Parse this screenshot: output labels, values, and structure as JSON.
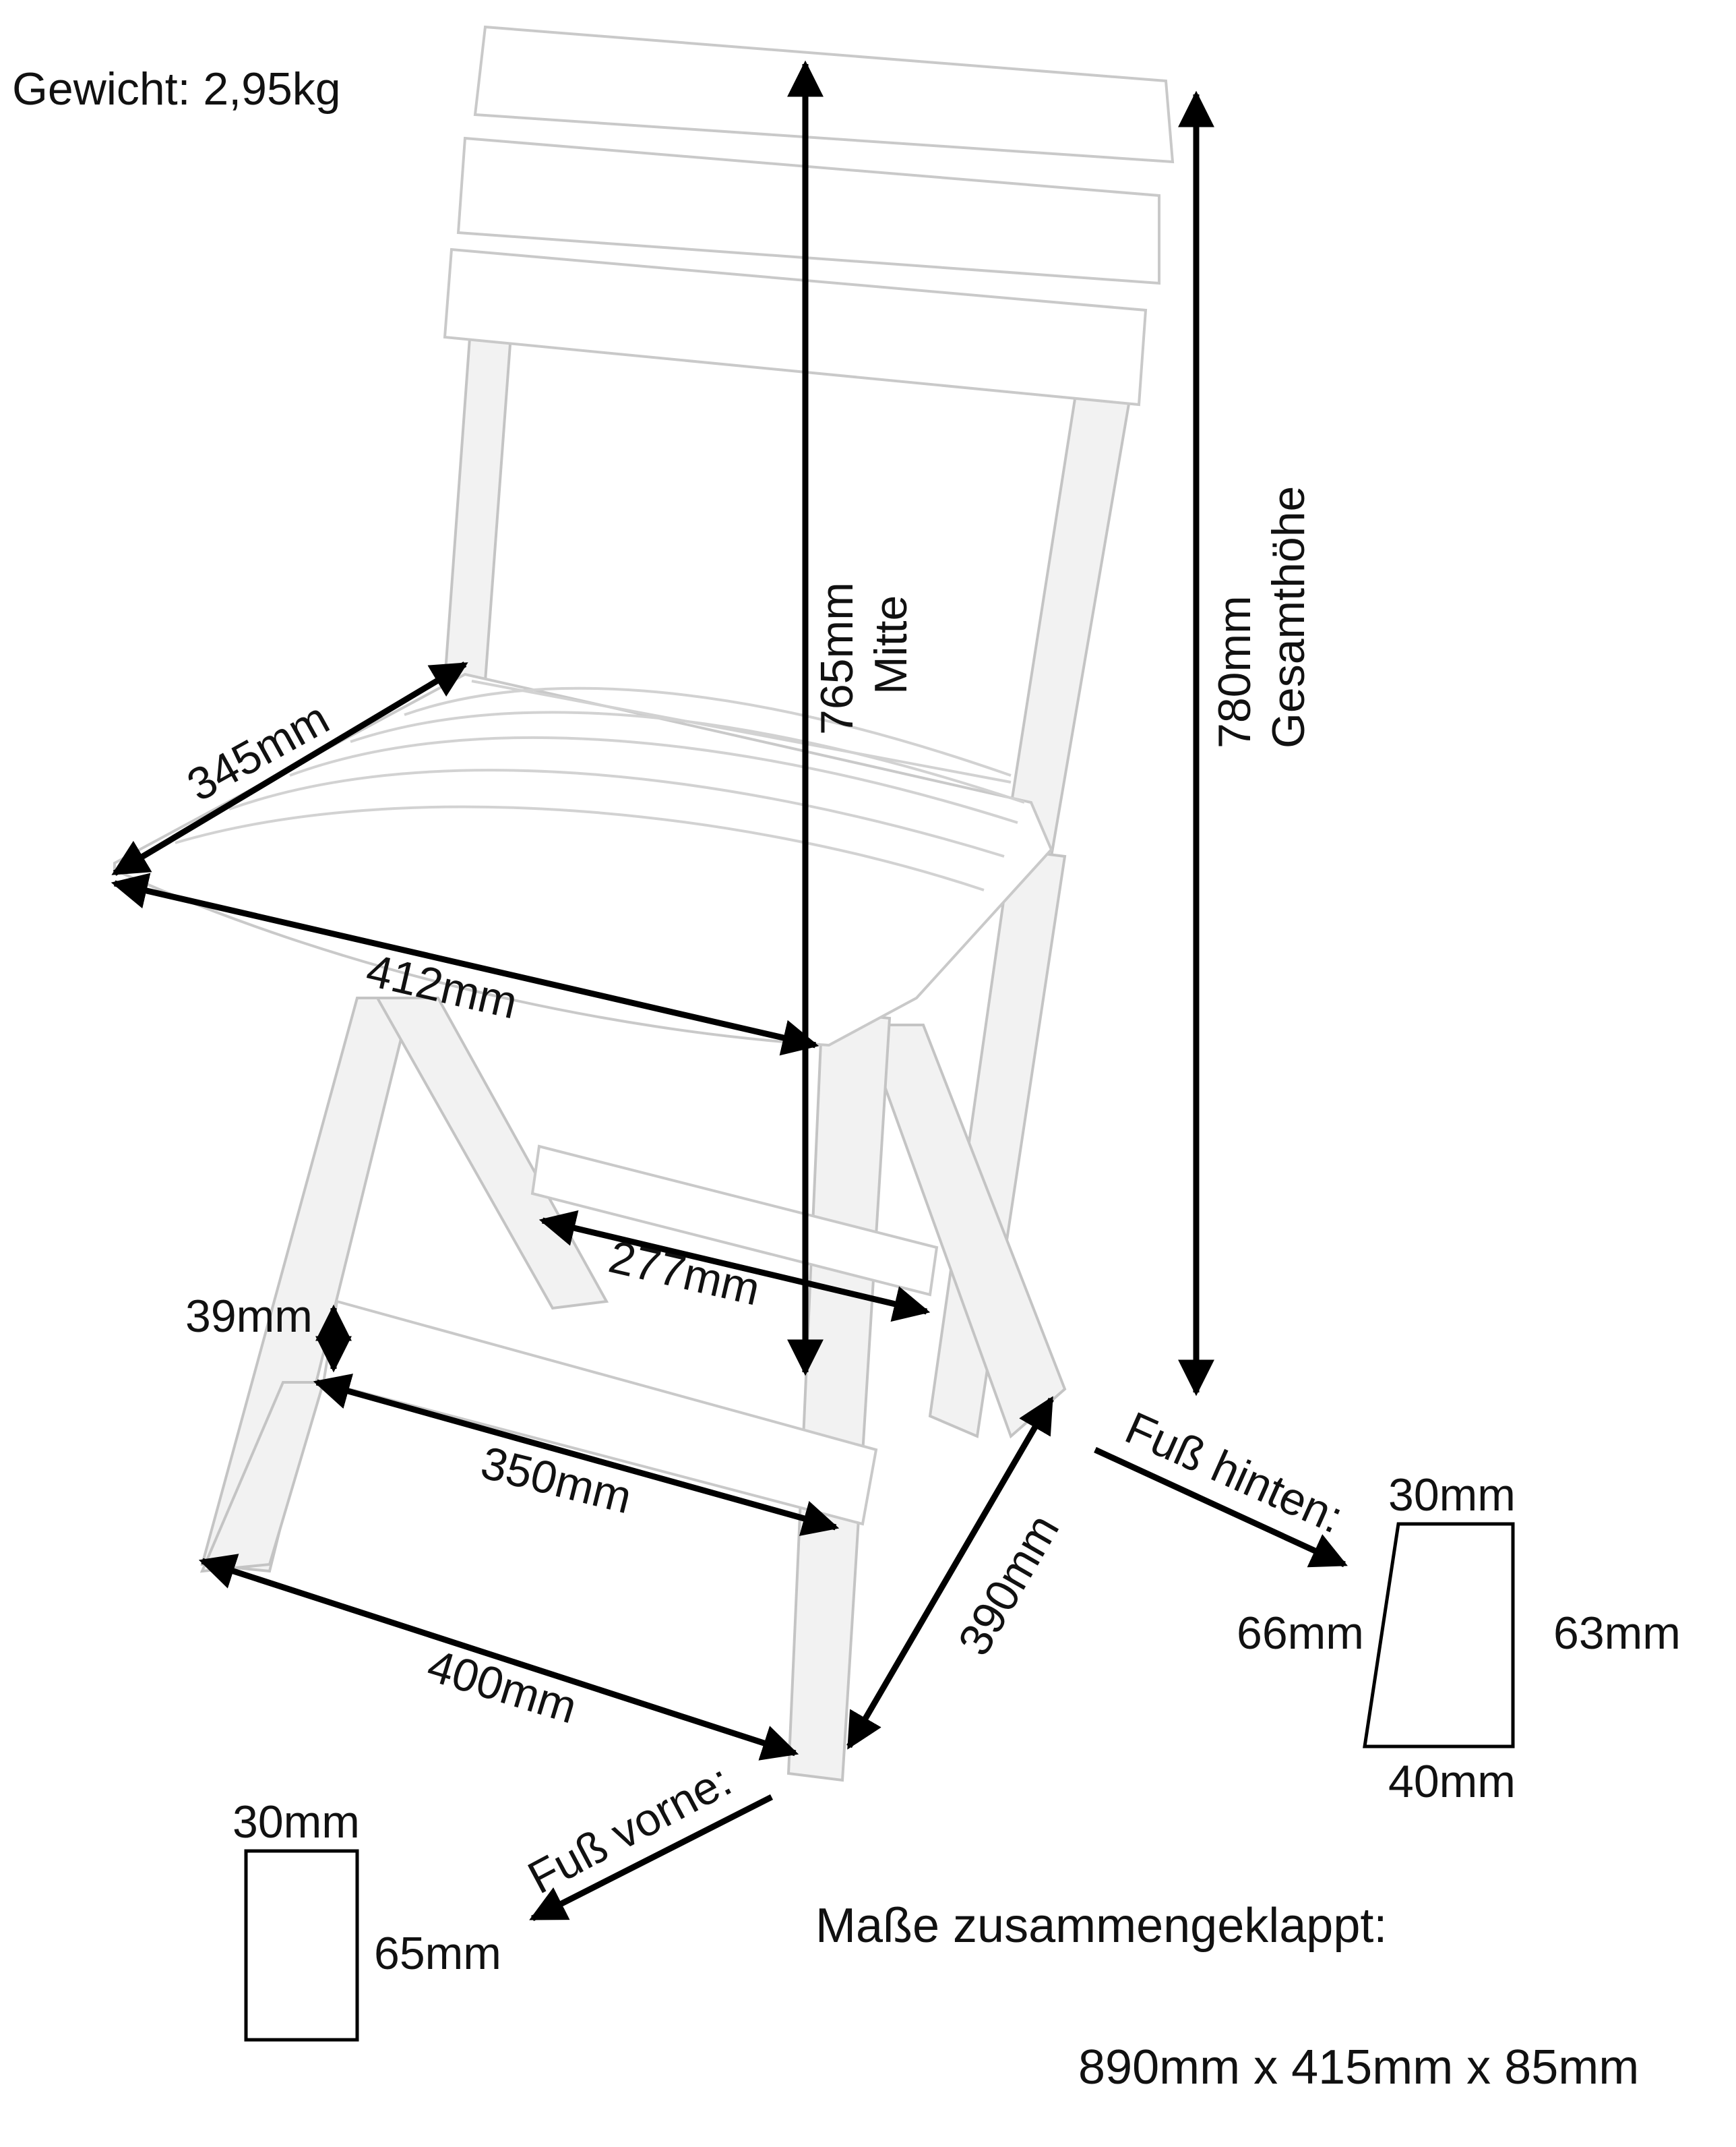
{
  "weight_label": "Gewicht: 2,95kg",
  "dimensions": {
    "height_center": "765mm",
    "height_center_note": "Mitte",
    "height_total": "780mm",
    "height_total_note": "Gesamthöhe",
    "seat_depth": "345mm",
    "seat_width": "412mm",
    "crossbar_inner": "277mm",
    "bar_height": "39mm",
    "front_bar_width": "350mm",
    "leg_spread_front": "400mm",
    "leg_spread_side": "390mm"
  },
  "foot_back": {
    "label": "Fuß hinten:",
    "top": "30mm",
    "left": "66mm",
    "right": "63mm",
    "bottom": "40mm"
  },
  "foot_front": {
    "label": "Fuß vorne:",
    "top": "30mm",
    "right": "65mm"
  },
  "folded": {
    "label": "Maße zusammengeklappt:",
    "value": "890mm x 415mm x 85mm"
  }
}
